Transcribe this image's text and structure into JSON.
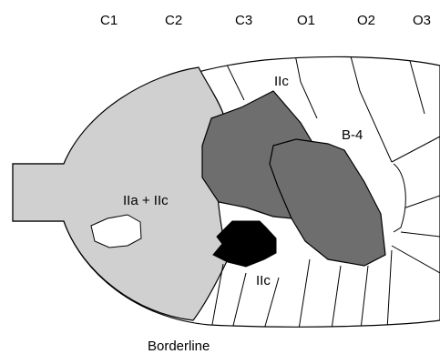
{
  "top_labels": [
    "C1",
    "C2",
    "C3",
    "O1",
    "O2",
    "O3"
  ],
  "region_labels": {
    "upper_iic": "IIc",
    "b4": "B-4",
    "iia_iic": "IIa + IIc",
    "lower_iic": "IIc"
  },
  "bottom_label": "Borderline",
  "colors": {
    "light_region": "#d0d0d0",
    "medium_region": "#6e6e6e",
    "dark_lesion": "#000000",
    "outline": "#000000",
    "background": "#ffffff"
  }
}
